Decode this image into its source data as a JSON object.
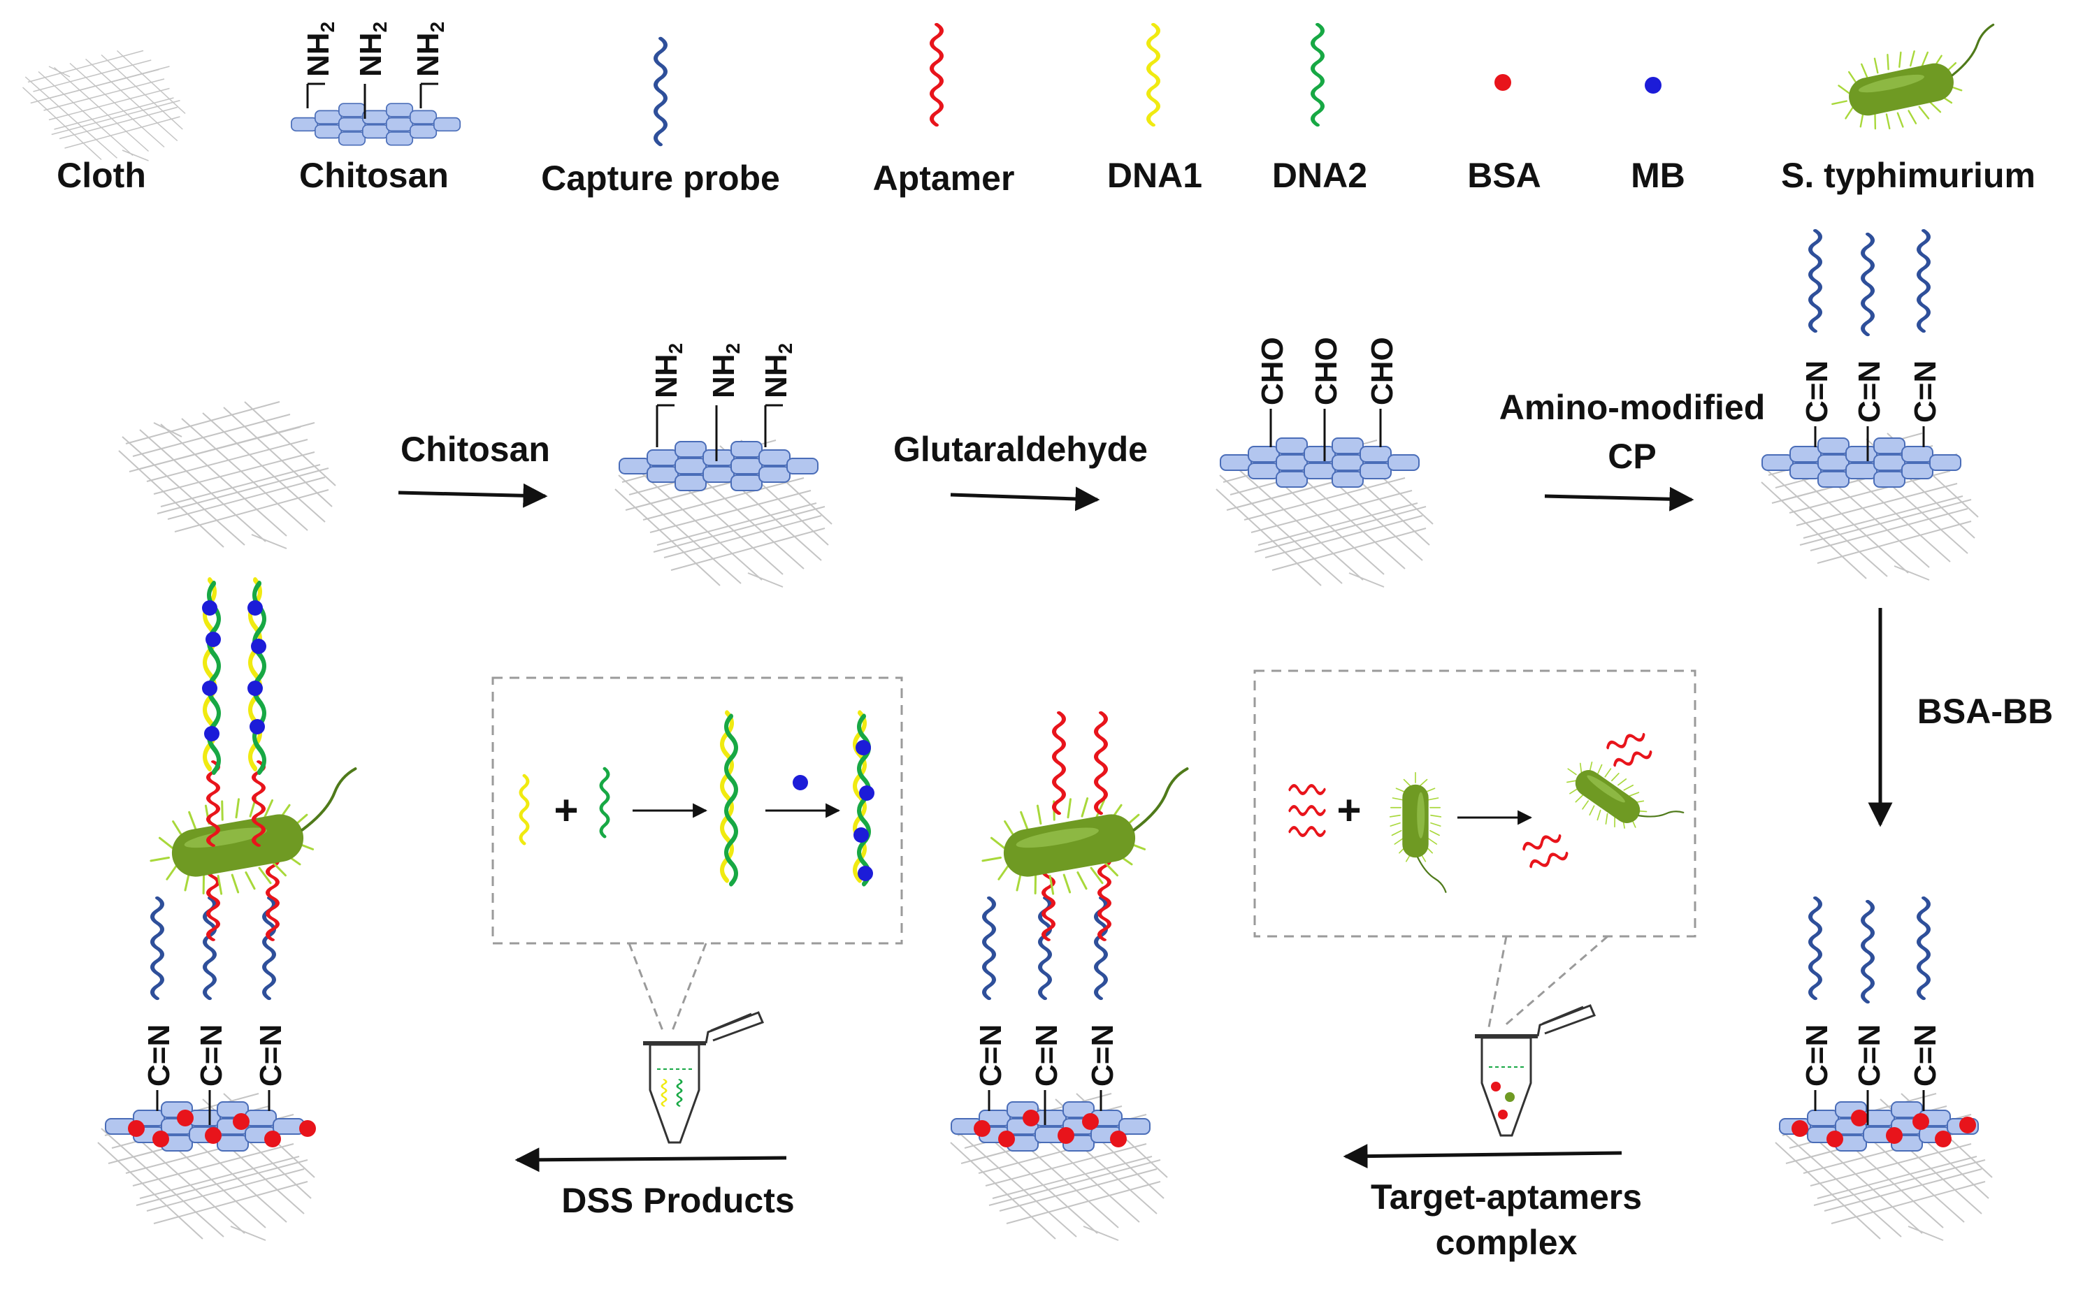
{
  "legend": {
    "cloth": "Cloth",
    "chitosan": "Chitosan",
    "capture_probe": "Capture probe",
    "aptamer": "Aptamer",
    "dna1": "DNA1",
    "dna2": "DNA2",
    "bsa": "BSA",
    "mb": "MB",
    "bacteria": "S. typhimurium"
  },
  "chem": {
    "nh": "NH",
    "nh_sub": "2",
    "cho": "CHO",
    "cn": "C=N"
  },
  "steps": {
    "step1": "Chitosan",
    "step2": "Glutaraldehyde",
    "step3_line1": "Amino-modified",
    "step3_line2": "CP",
    "step4": "BSA-BB",
    "step5_line1": "Target-aptamers",
    "step5_line2": "complex",
    "step6": "DSS Products"
  },
  "inset": {
    "plus": "+"
  },
  "colors": {
    "cloth": "#c4c4c4",
    "chitosan_fill": "#b3c6ef",
    "chitosan_stroke": "#4a6db8",
    "capture_probe": "#2e4f9a",
    "aptamer": "#e8141b",
    "dna1": "#f0ea10",
    "dna2": "#17a844",
    "bsa": "#e8141b",
    "mb": "#1c1cd8",
    "bacteria_body": "#6f9a23",
    "bacteria_hair": "#a8d83a",
    "arrow": "#111111",
    "inset_border": "#9a9a9a"
  }
}
